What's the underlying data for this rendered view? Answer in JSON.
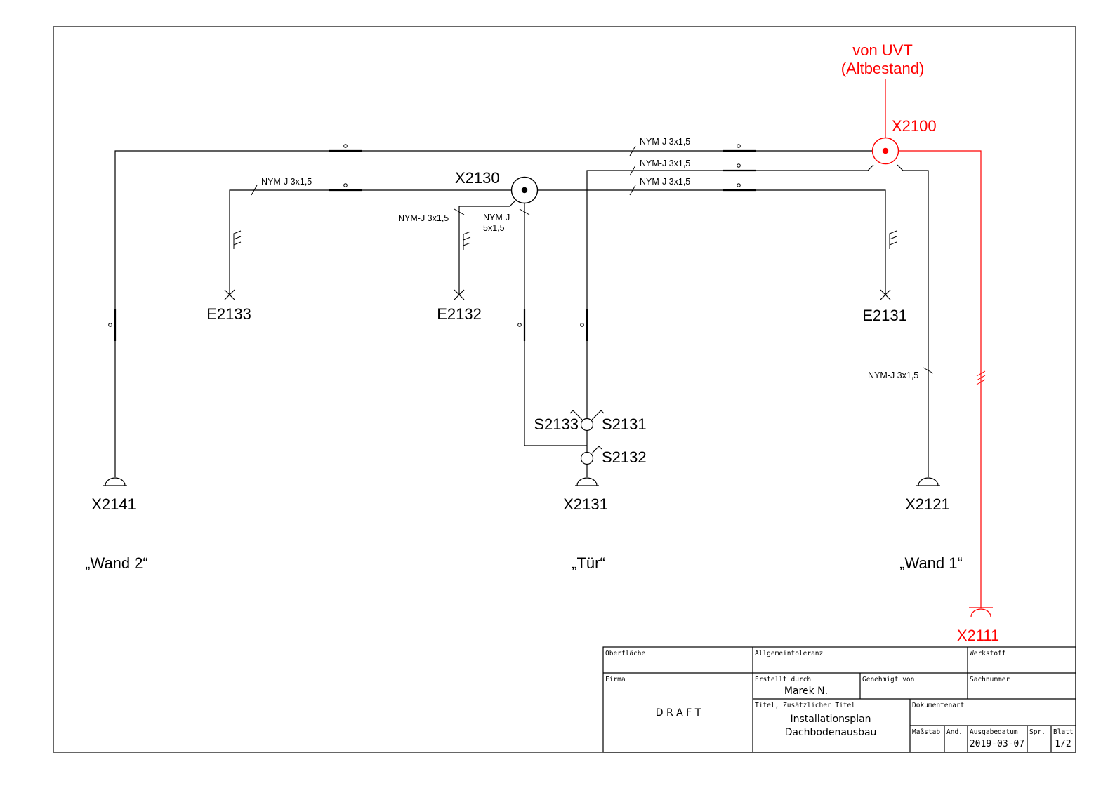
{
  "feed": {
    "source_line1": "von UVT",
    "source_line2": "(Altbestand)",
    "junction": "X2100",
    "outlet": "X2111"
  },
  "junction_boxes": {
    "main": "X2130"
  },
  "cable_labels": {
    "top_line": "NYM-J 3x1,5",
    "second_line": "NYM-J 3x1,5",
    "third_line": "NYM-J 3x1,5",
    "left_line": "NYM-J 3x1,5",
    "e2132_drop": "NYM-J 3x1,5",
    "switch_drop_line1": "NYM-J",
    "switch_drop_line2": "5x1,5",
    "right_drop": "NYM-J 3x1,5"
  },
  "lights": {
    "e2133": "E2133",
    "e2132": "E2132",
    "e2131": "E2131"
  },
  "switches": {
    "s2133": "S2133",
    "s2131": "S2131",
    "s2132": "S2132"
  },
  "outlets": {
    "x2141": "X2141",
    "x2131": "X2131",
    "x2121": "X2121"
  },
  "rooms": {
    "wand2": "„Wand 2“",
    "tuer": "„Tür“",
    "wand1": "„Wand 1“"
  },
  "title_block": {
    "oberflaeche": "Oberfläche",
    "allgemeintoleranz": "Allgemeintoleranz",
    "werkstoff": "Werkstoff",
    "firma": "Firma",
    "firma_value": "D R A F T",
    "erstellt_durch": "Erstellt durch",
    "erstellt_durch_value": "Marek N.",
    "genehmigt_von": "Genehmigt von",
    "sachnummer": "Sachnummer",
    "titel": "Titel, Zusätzlicher Titel",
    "titel_value1": "Installationsplan",
    "titel_value2": "Dachbodenausbau",
    "dokumentenart": "Dokumentenart",
    "massstab": "Maßstab",
    "aend": "Änd.",
    "ausgabedatum": "Ausgabedatum",
    "ausgabedatum_value": "2019-03-07",
    "spr": "Spr.",
    "blatt": "Blatt",
    "blatt_value": "1/2"
  }
}
